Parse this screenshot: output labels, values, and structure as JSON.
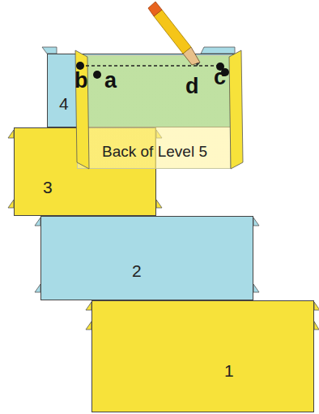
{
  "diagram": {
    "nodes": [
      {
        "text": [
          "4"
        ]
      },
      {
        "text": [
          "Back of Level 5"
        ]
      },
      {
        "text": [
          "3"
        ]
      },
      {
        "text": [
          "2"
        ]
      },
      {
        "text": [
          "1"
        ]
      }
    ],
    "labels": [
      "b",
      "a",
      "d",
      "c"
    ]
  }
}
